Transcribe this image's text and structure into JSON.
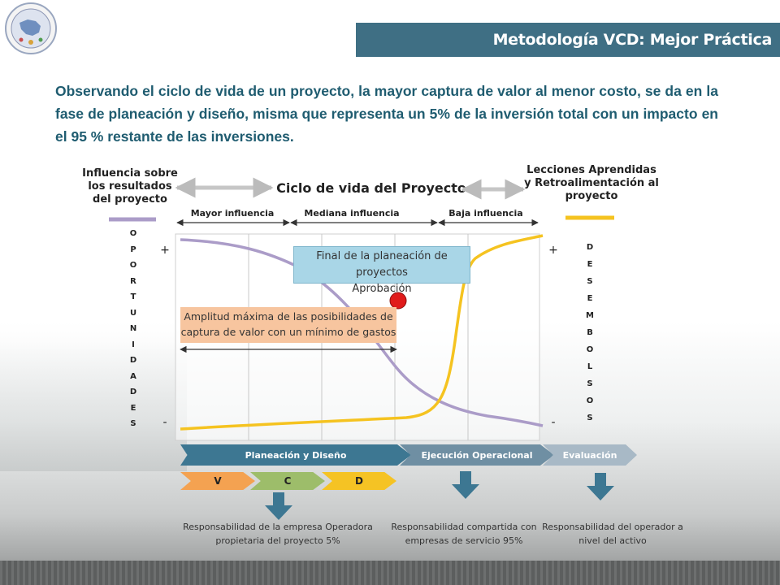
{
  "header": {
    "title": "Metodología VCD: Mejor Práctica"
  },
  "intro": {
    "text": "Observando el ciclo de vida de un proyecto, la mayor captura de valor al menor costo, se da en la fase de planeación y diseño, misma que representa un 5% de la inversión total con un impacto en el 95 % restante de las inversiones."
  },
  "diagram": {
    "center_title": "Ciclo de vida del Proyecto",
    "left_title": "Influencia sobre los resultados del proyecto",
    "right_title": "Lecciones Aprendidas y Retroalimentación al proyecto",
    "influence_labels": [
      "Mayor influencia",
      "Mediana influencia",
      "Baja influencia"
    ],
    "left_axis_letters": [
      "O",
      "P",
      "O",
      "R",
      "T",
      "U",
      "N",
      "I",
      "D",
      "A",
      "D",
      "E",
      "S"
    ],
    "right_axis_letters": [
      "D",
      "E",
      "S",
      "E",
      "M",
      "B",
      "O",
      "L",
      "S",
      "O",
      "S"
    ],
    "plus": "+",
    "minus": "-",
    "blue_box": [
      "Final de la planeación de proyectos",
      "Aprobación"
    ],
    "orange_box": [
      "Amplitud máxima de las posibilidades de",
      "captura de valor con un mínimo de gastos"
    ],
    "phases": [
      "Planeación y Diseño",
      "Ejecución Operacional",
      "Evaluación"
    ],
    "vcd": [
      "V",
      "C",
      "D"
    ],
    "responsibilities": [
      [
        "Responsabilidad de la empresa Operadora",
        "propietaria del proyecto 5%"
      ],
      [
        "Responsabilidad compartida con",
        "empresas de servicio 95%"
      ],
      [
        "Responsabilidad del operador a",
        "nivel del activo"
      ]
    ],
    "colors": {
      "opportunity_curve": "#ab9cc8",
      "disbursement_curve": "#f5c320",
      "marker": "#e01b1b",
      "phase_primary": "#3d7792",
      "title_bar": "#3f6f84"
    }
  }
}
